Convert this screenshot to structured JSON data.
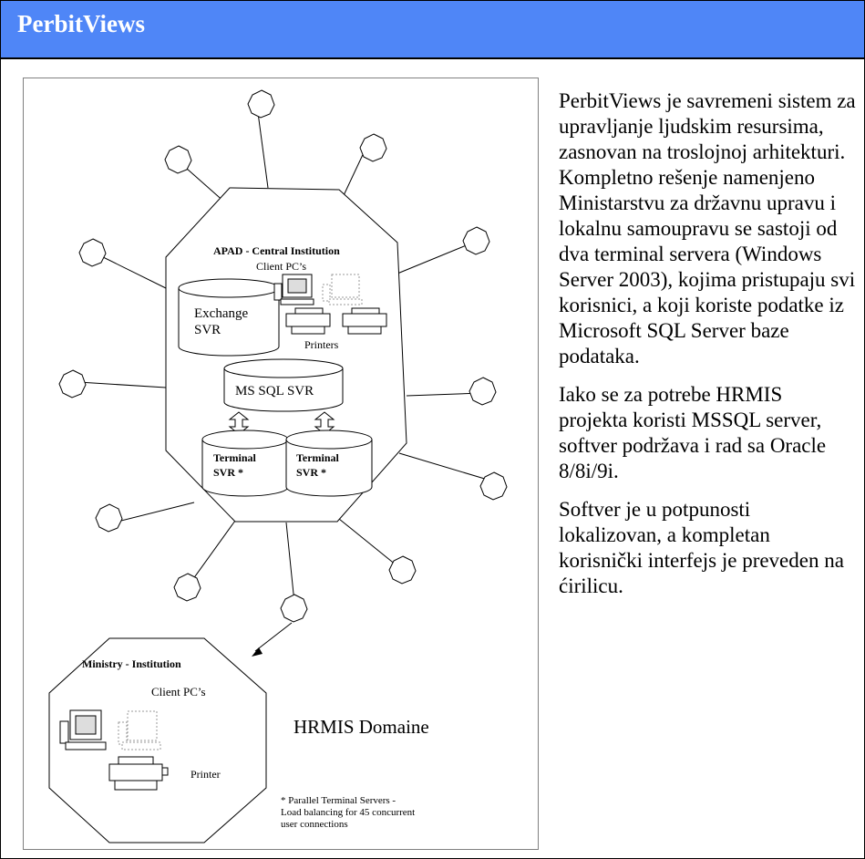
{
  "header": {
    "title": "PerbitViews"
  },
  "diagram": {
    "central": {
      "title": "APAD - Central Institution",
      "client_pcs": "Client PC’s",
      "exchange_line1": "Exchange",
      "exchange_line2": "SVR",
      "printers": "Printers",
      "mssql": "MS SQL SVR",
      "terminal1_line1": "Terminal",
      "terminal1_line2": "SVR *",
      "terminal2_line1": "Terminal",
      "terminal2_line2": "SVR *"
    },
    "ministry": {
      "title": "Ministry - Institution",
      "client_pcs": "Client PC’s",
      "printer": "Printer"
    },
    "domain_label": "HRMIS Domaine",
    "footnote_line1": "* Parallel Terminal Servers -",
    "footnote_line2": "Load balancing for 45 concurrent",
    "footnote_line3": "user connections"
  },
  "description": {
    "p1": "PerbitViews je savremeni sistem za upravljanje ljudskim resursima, zasnovan na troslojnoj arhitekturi. Kompletno rešenje namenjeno Ministarstvu za državnu upravu i lokalnu samoupravu se sastoji od dva terminal servera (Windows Server 2003), kojima pristupaju svi korisnici, a koji koriste podatke iz Microsoft SQL Server baze podataka.",
    "p2": "Iako se za potrebe HRMIS projekta koristi MSSQL server, softver podržava i rad sa Oracle 8/8i/9i.",
    "p3": "Softver je u potpunosti lokalizovan, a kompletan korisnički interfejs je preveden na ćirilicu."
  }
}
